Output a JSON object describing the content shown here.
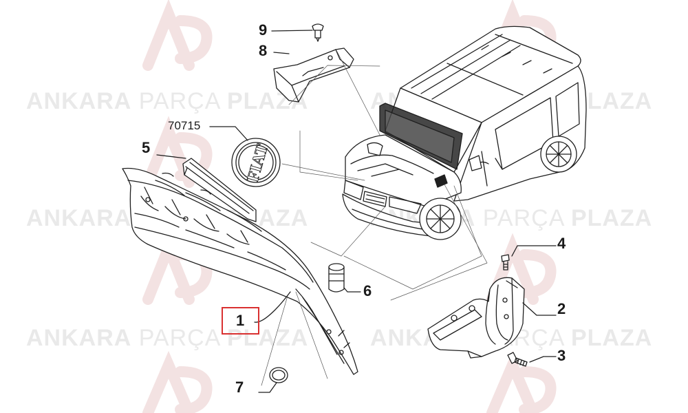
{
  "watermark": {
    "bold1": "ANKARA",
    "light": "PARÇA",
    "bold2": "PLAZA"
  },
  "callouts": {
    "c1": "1",
    "c2": "2",
    "c3": "3",
    "c4": "4",
    "c5": "5",
    "c6": "6",
    "c7": "7",
    "c8": "8",
    "c9": "9",
    "c70715": "70715"
  },
  "emblem_text": "FIAT",
  "colors": {
    "line": "#1f1f1f",
    "highlight": "#d93030",
    "watermark": "#e9e9e9",
    "logo_mark": "#f2dede"
  },
  "icons": [
    "logo-mark-icon"
  ]
}
